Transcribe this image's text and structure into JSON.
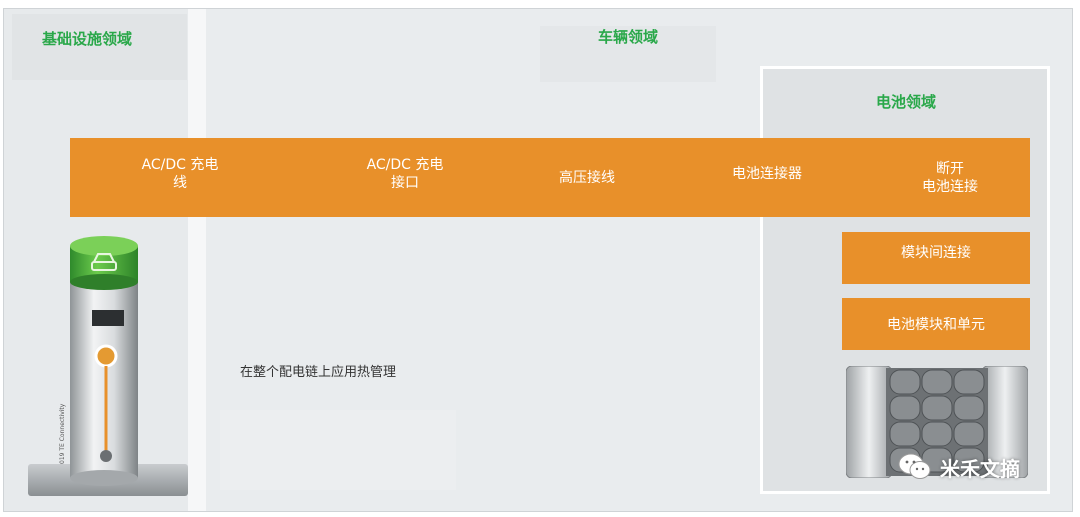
{
  "domains": {
    "infrastructure": "基础设施领域",
    "vehicle": "车辆领域",
    "battery": "电池领域"
  },
  "chain": [
    {
      "label": "AC/DC 充电\n线"
    },
    {
      "label": "AC/DC 充电\n接口"
    },
    {
      "label": "高压接线"
    },
    {
      "label": "电池连接器"
    },
    {
      "label": "断开\n电池连接"
    }
  ],
  "battery_items": [
    "模块间连接",
    "电池模块和单元"
  ],
  "note": "在整个配电链上应用热管理",
  "charger_caption": "019 TE Connectivity",
  "watermark": "米禾文摘",
  "colors": {
    "accent_orange": "#e8902a",
    "domain_green": "#2aa84a",
    "charger_green": "#4cae3e"
  },
  "icons": {
    "charger": "ev-charging-station-icon",
    "pack": "battery-pack-icon",
    "wechat": "wechat-icon"
  }
}
